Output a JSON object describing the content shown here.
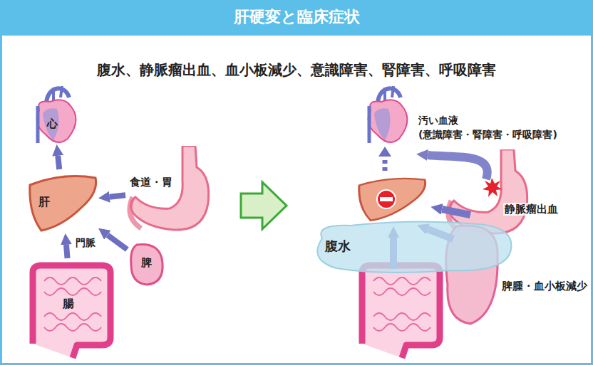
{
  "diagram": {
    "title": "肝硬変と臨床症状",
    "nodes": [
      {
        "text": [
          "心"
        ]
      },
      {
        "text": [
          "肝"
        ]
      },
      {
        "text": [
          "食道・胃"
        ]
      },
      {
        "text": [
          "脾"
        ]
      },
      {
        "text": [
          "腸"
        ]
      },
      {
        "text": [
          "腹水"
        ]
      }
    ],
    "edges": [
      {
        "from": 1,
        "to": 0,
        "arrow": "to"
      },
      {
        "from": 4,
        "to": 1,
        "arrow": "to"
      },
      {
        "from": 2,
        "to": 1,
        "arrow": "to"
      },
      {
        "from": 3,
        "to": 1,
        "arrow": "to"
      }
    ],
    "labels": [
      "腹水、静脈瘤出血、血小板減少、意識障害、腎障害、呼吸障害",
      "門脈",
      "汚い血液",
      "(意識障害・腎障害・呼吸障害)",
      "静脈瘤出血",
      "脾腫・血小板減少"
    ]
  }
}
